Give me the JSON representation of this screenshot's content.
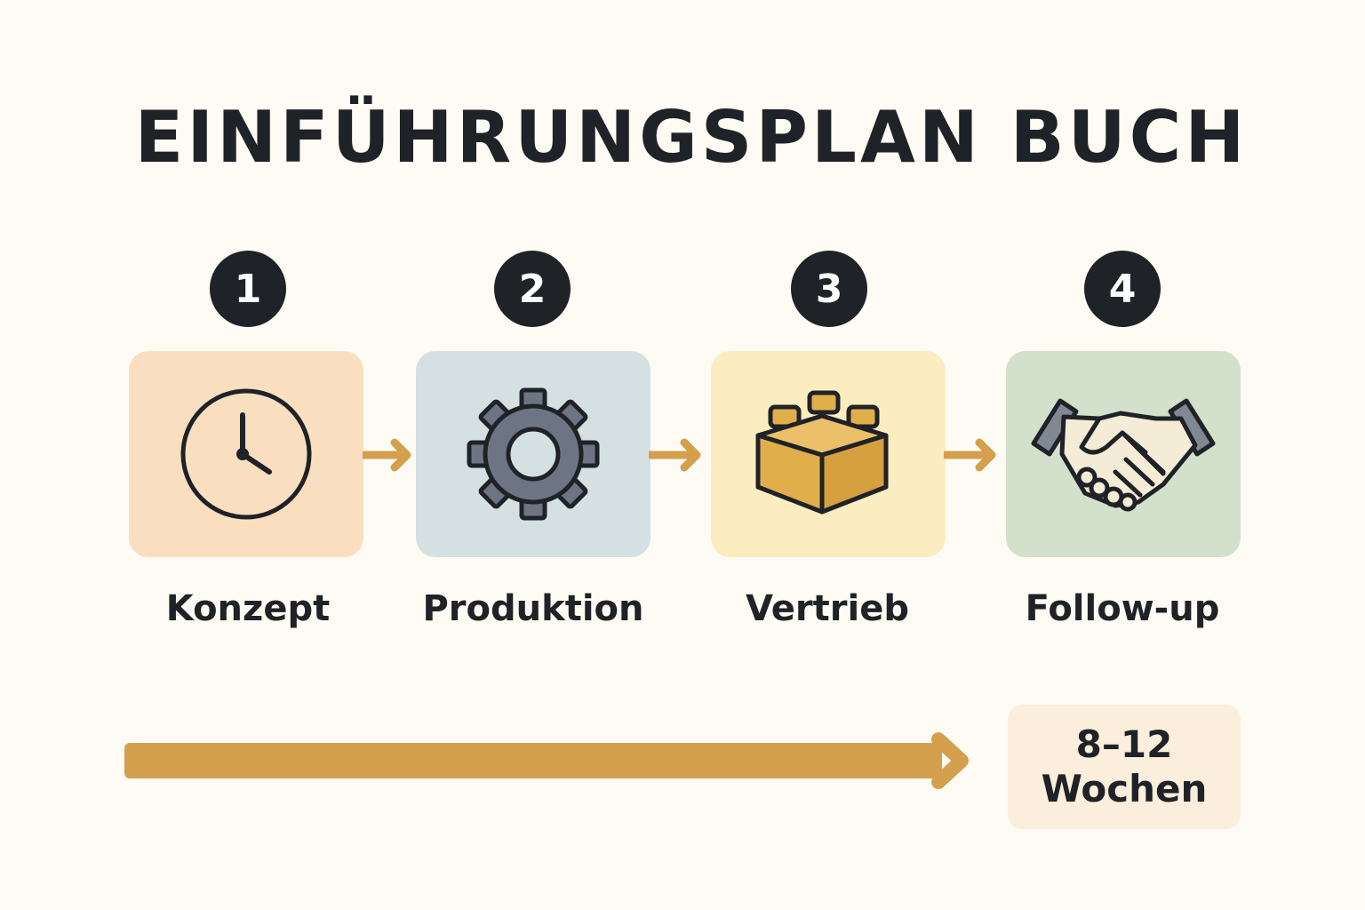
{
  "title": "EINFÜHRUNGSPLAN BUCH",
  "colors": {
    "badge": "#1f2226",
    "arrow": "#d4a04d",
    "step1_bg": "#f9dfc0",
    "step2_bg": "#d5e0e2",
    "step3_bg": "#fbedbf",
    "step4_bg": "#d3e0cc",
    "duration_bg": "#fbeedd"
  },
  "steps": [
    {
      "number": "1",
      "label": "Konzept",
      "icon": "clock-icon"
    },
    {
      "number": "2",
      "label": "Produktion",
      "icon": "gear-icon"
    },
    {
      "number": "3",
      "label": "Vertrieb",
      "icon": "box-blocks-icon"
    },
    {
      "number": "4",
      "label": "Follow-up",
      "icon": "handshake-icon"
    }
  ],
  "duration": {
    "line1": "8–12",
    "line2": "Wochen"
  }
}
